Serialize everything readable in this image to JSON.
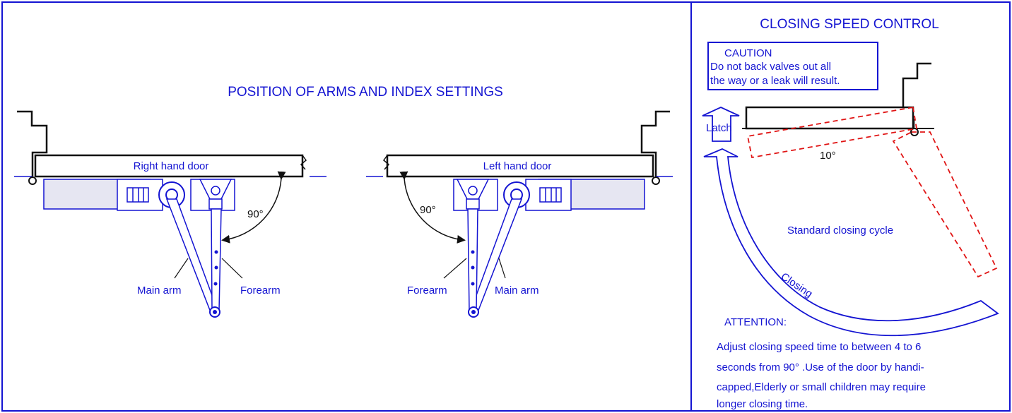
{
  "left_panel": {
    "title": "POSITION OF ARMS AND INDEX SETTINGS",
    "right_hand": {
      "door_label": "Right hand door",
      "angle_label": "90°",
      "main_arm_label": "Main arm",
      "forearm_label": "Forearm"
    },
    "left_hand": {
      "door_label": "Left hand door",
      "angle_label": "90°",
      "main_arm_label": "Main arm",
      "forearm_label": "Forearm"
    }
  },
  "right_panel": {
    "title": "CLOSING SPEED CONTROL",
    "caution": {
      "heading": "CAUTION",
      "lines": [
        "Do not back valves out all",
        "the way or a leak will result."
      ]
    },
    "latch_label": "Latch",
    "angle_label": "10°",
    "cycle_label": "Standard closing cycle",
    "closing_label": "Closing",
    "attention": {
      "heading": "ATTENTION:",
      "lines": [
        "Adjust closing speed time to between 4 to 6",
        "seconds from 90° .Use of the door by handi-",
        "capped,Elderly or small children may require",
        "longer closing time."
      ]
    }
  },
  "colors": {
    "frame_blue": "#1414d2",
    "text_blue": "#1414d2",
    "line_black": "#111111",
    "dashed_red": "#e01414",
    "closer_fill": "#e6e6f2"
  }
}
